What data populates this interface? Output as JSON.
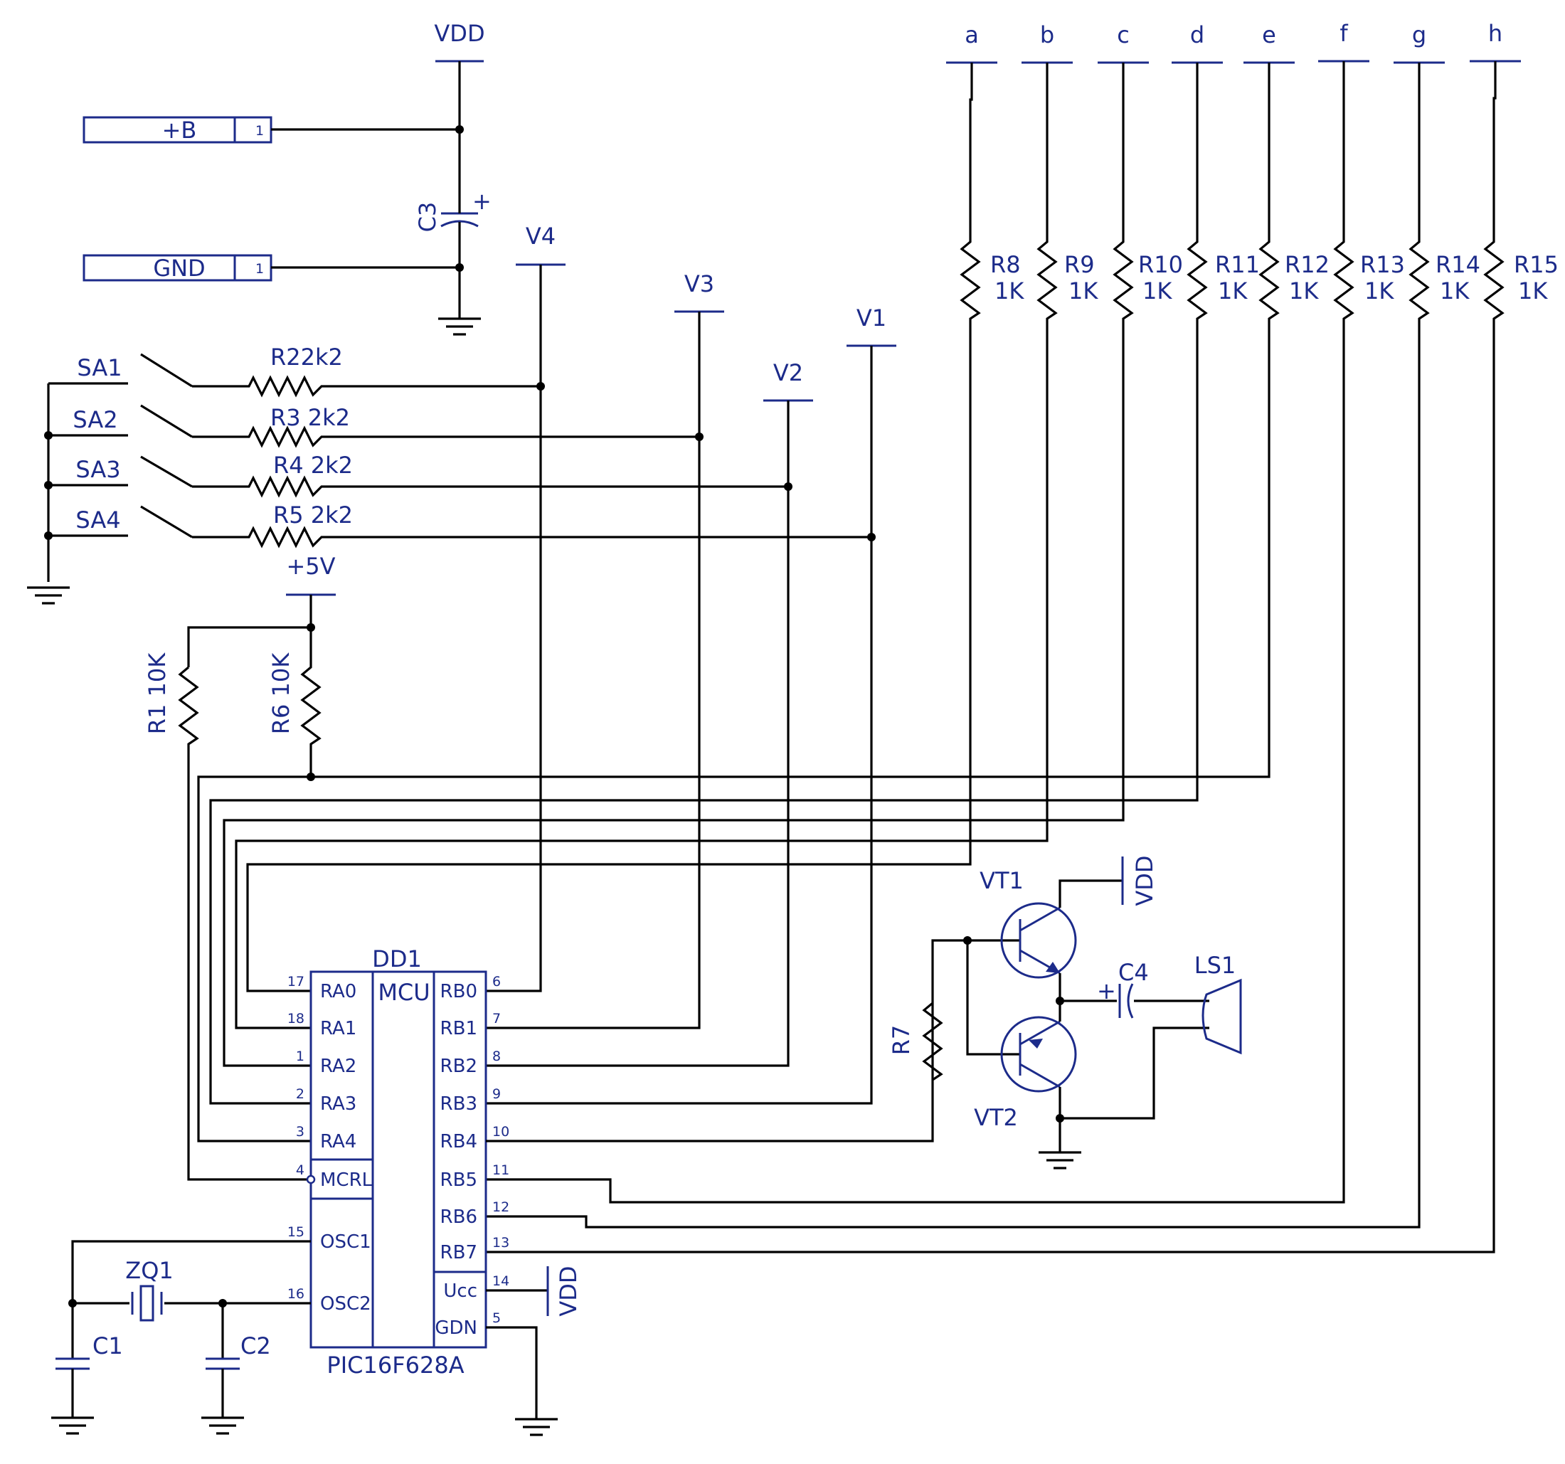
{
  "terminals": {
    "vdd": "VDD",
    "v1": "V1",
    "v2": "V2",
    "v3": "V3",
    "v4": "V4",
    "v5": "+5V",
    "seg_a": "a",
    "seg_b": "b",
    "seg_c": "c",
    "seg_d": "d",
    "seg_e": "e",
    "seg_f": "f",
    "seg_g": "g",
    "seg_h": "h",
    "vdd_vt1": "VDD",
    "vdd_ucc": "VDD"
  },
  "connectors": {
    "b_plus": {
      "name": "+B",
      "pin": "1"
    },
    "gnd": {
      "name": "GND",
      "pin": "1"
    }
  },
  "capacitors": {
    "c1": "C1",
    "c2": "C2",
    "c3": "C3",
    "c3_polarity": "+",
    "c4": "C4",
    "c4_polarity": "+"
  },
  "switches": {
    "sa1": "SA1",
    "sa2": "SA2",
    "sa3": "SA3",
    "sa4": "SA4"
  },
  "resistors": {
    "r1": "R1  10K",
    "r2": "R22k2",
    "r3": "R3  2k2",
    "r4": "R4  2k2",
    "r5": "R5  2k2",
    "r6": "R6  10K",
    "r7": "R7",
    "r8": {
      "ref": "R8",
      "val": "1K"
    },
    "r9": {
      "ref": "R9",
      "val": "1K"
    },
    "r10": {
      "ref": "R10",
      "val": "1K"
    },
    "r11": {
      "ref": "R11",
      "val": "1K"
    },
    "r12": {
      "ref": "R12",
      "val": "1K"
    },
    "r13": {
      "ref": "R13",
      "val": "1K"
    },
    "r14": {
      "ref": "R14",
      "val": "1K"
    },
    "r15": {
      "ref": "R15",
      "val": "1K"
    }
  },
  "transistors": {
    "vt1": "VT1",
    "vt2": "VT2"
  },
  "speaker": "LS1",
  "crystal": "ZQ1",
  "mcu": {
    "ref": "DD1",
    "type": "MCU",
    "part": "PIC16F628A",
    "left_pins": [
      {
        "num": "17",
        "name": "RA0"
      },
      {
        "num": "18",
        "name": "RA1"
      },
      {
        "num": "1",
        "name": "RA2"
      },
      {
        "num": "2",
        "name": "RA3"
      },
      {
        "num": "3",
        "name": "RA4"
      },
      {
        "num": "4",
        "name": "MCRL"
      },
      {
        "num": "15",
        "name": "OSC1"
      },
      {
        "num": "16",
        "name": "OSC2"
      }
    ],
    "right_pins": [
      {
        "num": "6",
        "name": "RB0"
      },
      {
        "num": "7",
        "name": "RB1"
      },
      {
        "num": "8",
        "name": "RB2"
      },
      {
        "num": "9",
        "name": "RB3"
      },
      {
        "num": "10",
        "name": "RB4"
      },
      {
        "num": "11",
        "name": "RB5"
      },
      {
        "num": "12",
        "name": "RB6"
      },
      {
        "num": "13",
        "name": "RB7"
      },
      {
        "num": "14",
        "name": "Ucc"
      },
      {
        "num": "5",
        "name": "GDN"
      }
    ]
  }
}
